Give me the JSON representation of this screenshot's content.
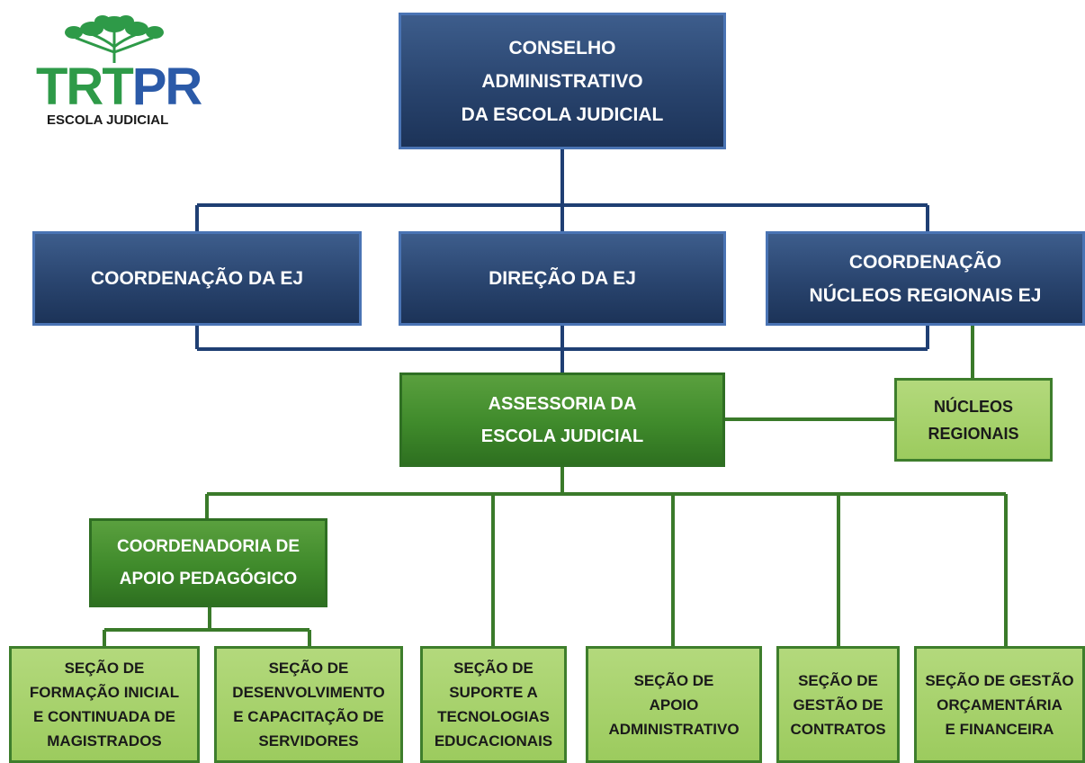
{
  "logo": {
    "word_part1": "TRT",
    "word_part2": "PR",
    "subtitle": "ESCOLA JUDICIAL",
    "green": "#2e9a48",
    "blue": "#2b5aa8"
  },
  "nodes": {
    "conselho": [
      "CONSELHO",
      "ADMINISTRATIVO",
      "DA ESCOLA JUDICIAL"
    ],
    "coordenacao": [
      "COORDENAÇÃO DA EJ"
    ],
    "direcao": [
      "DIREÇÃO DA EJ"
    ],
    "coord_nucleos": [
      "COORDENAÇÃO",
      "NÚCLEOS REGIONAIS EJ"
    ],
    "assessoria": [
      "ASSESSORIA DA",
      "ESCOLA JUDICIAL"
    ],
    "nucleos": [
      "NÚCLEOS",
      "REGIONAIS"
    ],
    "coord_apoio": [
      "COORDENADORIA DE",
      "APOIO PEDAGÓGICO"
    ],
    "secao_formacao": [
      "SEÇÃO DE",
      "FORMAÇÃO INICIAL",
      "E CONTINUADA DE",
      "MAGISTRADOS"
    ],
    "secao_desenvolvimento": [
      "SEÇÃO DE",
      "DESENVOLVIMENTO",
      "E CAPACITAÇÃO DE",
      "SERVIDORES"
    ],
    "secao_suporte": [
      "SEÇÃO DE",
      "SUPORTE A",
      "TECNOLOGIAS",
      "EDUCACIONAIS"
    ],
    "secao_apoio": [
      "SEÇÃO DE",
      "APOIO",
      "ADMINISTRATIVO"
    ],
    "secao_contratos": [
      "SEÇÃO DE",
      "GESTÃO DE",
      "CONTRATOS"
    ],
    "secao_orcamentaria": [
      "SEÇÃO DE GESTÃO",
      "ORÇAMENTÁRIA",
      "E FINANCEIRA"
    ]
  },
  "colors": {
    "navy_connector": "#1f3f73",
    "green_connector": "#3a7a2a"
  }
}
